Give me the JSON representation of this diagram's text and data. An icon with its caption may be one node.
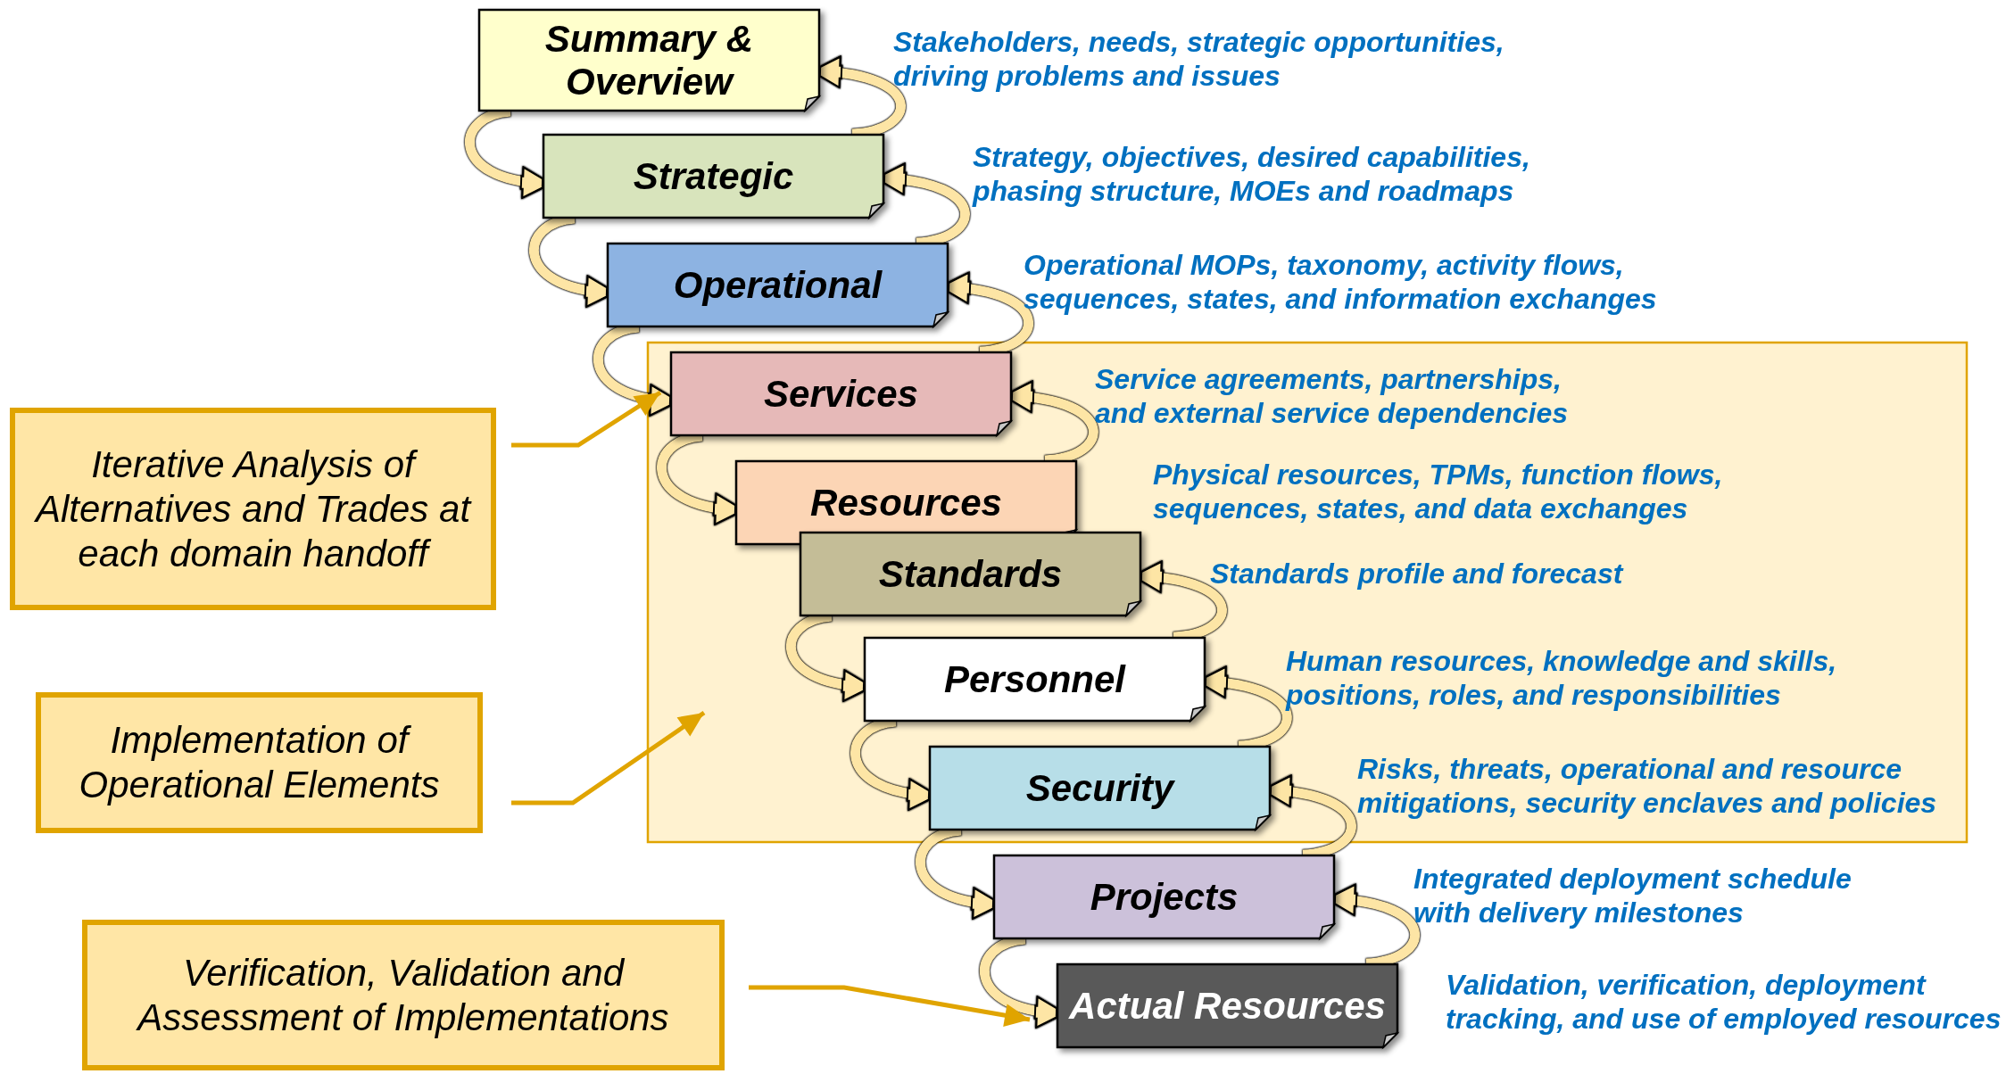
{
  "diagram": {
    "nodes": [
      {
        "text": [
          "Summary & Overview"
        ]
      },
      {
        "text": [
          "Strategic"
        ]
      },
      {
        "text": [
          "Operational"
        ]
      },
      {
        "text": [],
        "shape": "box"
      },
      {
        "text": [
          "Services"
        ],
        "in": 3
      },
      {
        "text": [
          "Resources"
        ],
        "in": 3
      },
      {
        "text": [
          "Standards"
        ],
        "in": 3
      },
      {
        "text": [
          "Personnel"
        ],
        "in": 3
      },
      {
        "text": [
          "Security"
        ],
        "in": 3
      },
      {
        "text": [
          "Projects"
        ]
      },
      {
        "text": [
          "Actual Resources"
        ]
      },
      {
        "text": [
          "Iterative Analysis of Alternatives and Trades at each domain handoff"
        ]
      },
      {
        "text": [
          "Implementation of Operational Elements"
        ]
      },
      {
        "text": [
          "Verification, Validation and Assessment of Implementations"
        ]
      }
    ],
    "edges": [
      {
        "from": 0,
        "to": 1,
        "arrow": "to"
      },
      {
        "from": 1,
        "to": 0,
        "arrow": "to"
      },
      {
        "from": 1,
        "to": 2,
        "arrow": "to"
      },
      {
        "from": 2,
        "to": 1,
        "arrow": "to"
      },
      {
        "from": 2,
        "to": 4,
        "arrow": "to"
      },
      {
        "from": 4,
        "to": 2,
        "arrow": "to"
      },
      {
        "from": 4,
        "to": 5,
        "arrow": "to"
      },
      {
        "from": 5,
        "to": 4,
        "arrow": "to"
      },
      {
        "from": 7,
        "to": 6,
        "arrow": "to"
      },
      {
        "from": 6,
        "to": 7,
        "arrow": "to"
      },
      {
        "from": 7,
        "to": 8,
        "arrow": "to"
      },
      {
        "from": 8,
        "to": 7,
        "arrow": "to"
      },
      {
        "from": 8,
        "to": 9,
        "arrow": "to"
      },
      {
        "from": 9,
        "to": 8,
        "arrow": "to"
      },
      {
        "from": 9,
        "to": 10,
        "arrow": "to"
      },
      {
        "from": 10,
        "to": 9,
        "arrow": "to"
      },
      {
        "from": 11,
        "to": 4,
        "arrow": "to",
        "color": "#e0a400"
      },
      {
        "from": 12,
        "to": 3,
        "arrow": "to",
        "color": "#e0a400"
      },
      {
        "from": 13,
        "to": 10,
        "arrow": "to",
        "color": "#e0a400"
      }
    ],
    "labels": [
      "Stakeholders, needs, strategic opportunities, driving problems and issues",
      "Strategy, objectives, desired capabilities, phasing structure, MOEs and roadmaps",
      "Operational MOPs, taxonomy, activity flows, sequences, states, and information exchanges",
      "Service agreements, partnerships, and external service dependencies",
      "Physical resources, TPMs, function flows, sequences, states, and data exchanges",
      "Standards profile and forecast",
      "Human resources, knowledge and skills, positions, roles, and responsibilities",
      "Risks, threats, operational and resource mitigations, security enclaves and policies",
      "Integrated deployment schedule with delivery milestones",
      "Validation, verification, deployment tracking, and use of employed resources"
    ]
  }
}
